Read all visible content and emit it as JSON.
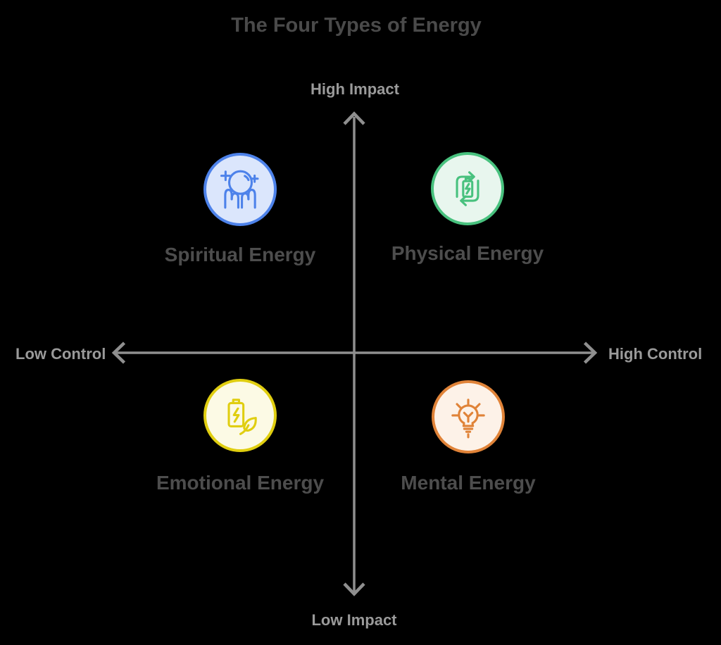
{
  "title": {
    "text": "The Four Types of Energy",
    "color": "#4a4a4a"
  },
  "axes": {
    "vertical": {
      "top_label": "High Impact",
      "bottom_label": "Low Impact"
    },
    "horizontal": {
      "left_label": "Low Control",
      "right_label": "High Control"
    },
    "line_color": "#8f8f8f",
    "label_color": "#9a9a9a"
  },
  "quadrants": [
    {
      "position": "top-left",
      "label": "Spiritual Energy",
      "icon": "hands-crystal-ball-icon",
      "accent_color": "#4d82ea",
      "fill_color": "#dbe6fc"
    },
    {
      "position": "top-right",
      "label": "Physical Energy",
      "icon": "battery-recycle-icon",
      "accent_color": "#48c17e",
      "fill_color": "#e8f6ee"
    },
    {
      "position": "bottom-left",
      "label": "Emotional Energy",
      "icon": "battery-leaf-icon",
      "accent_color": "#e0ce10",
      "fill_color": "#fcfae5"
    },
    {
      "position": "bottom-right",
      "label": "Mental Energy",
      "icon": "lightbulb-icon",
      "accent_color": "#e08338",
      "fill_color": "#fdf2e8"
    }
  ],
  "quadrant_label_color": "#4d4d4d",
  "background_color": "#000000"
}
